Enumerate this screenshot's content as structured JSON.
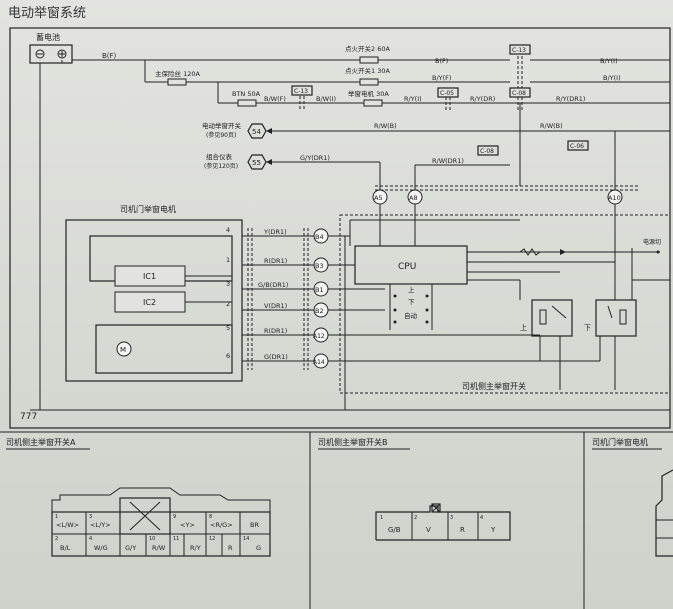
{
  "page": {
    "title": "电动举窗系统"
  },
  "battery": {
    "label": "蓄电池"
  },
  "top_wires": {
    "bf": "B(F)",
    "main_fuse": "主保险丝 120A",
    "ign2_fuse": "点火开关2 60A",
    "ign1_fuse": "点火开关1 30A",
    "btn_fuse": "BTN 50A",
    "window_motor_fuse": "举窗电机 30A",
    "bf_right": "B(F)",
    "byf_mid": "B/Y(F)",
    "bi_right": "B/Y(I)",
    "bwf": "B/W(F)",
    "bwi": "B/W(I)",
    "ryi": "R/Y(I)",
    "rydr": "R/Y(DR)",
    "rydr1": "R/Y(DR1)",
    "byi_far": "B/Y(I)",
    "byi_far2": "B/Y(I)"
  },
  "connectors": {
    "c13a": "C-13",
    "c13b": "C-13",
    "c05": "C-05",
    "c08a": "C-08",
    "c08b": "C-08",
    "c06": "C-06"
  },
  "refs": {
    "ref54_text": "电动举窗开关",
    "ref54_sub": "(参见90页)",
    "ref54": "54",
    "ref55_text": "组合仪表",
    "ref55_sub": "(参见120页)",
    "ref55": "55",
    "rwb1": "R/W(B)",
    "rwb2": "R/W(B)",
    "gydr1": "G/Y(DR1)",
    "rwdr1": "R/W(DR1)"
  },
  "motor_section": {
    "title": "司机门举窗电机",
    "ic1": "IC1",
    "ic2": "IC2",
    "motor": "M",
    "pins": [
      "4",
      "1",
      "3",
      "2",
      "5",
      "6"
    ],
    "wires": [
      "Y(DR1)",
      "R(DR1)",
      "G/B(DR1)",
      "V(DR1)",
      "R(DR1)",
      "G(DR1)"
    ],
    "terms": [
      "B4",
      "B3",
      "B1",
      "B2",
      "A12",
      "A14"
    ]
  },
  "cpu_section": {
    "cpu": "CPU",
    "up": "上",
    "down": "下",
    "auto": "自动",
    "a5": "A5",
    "a8": "A8",
    "a10": "A10",
    "relay_up": "上",
    "relay_down": "下",
    "switch_label": "司机侧主举窗开关",
    "right_label": "电源切"
  },
  "ground": {
    "symbol": "777"
  },
  "panels": {
    "a": {
      "title": "司机侧主举窗开关A",
      "top_row": [
        {
          "n": "1",
          "t": "<L/W>"
        },
        {
          "n": "3",
          "t": "<L/Y>"
        },
        {
          "n": "9",
          "t": "<Y>"
        },
        {
          "n": "8",
          "t": "<R/G>"
        },
        {
          "n": "",
          "t": "BR"
        }
      ],
      "bottom_row": [
        {
          "n": "2",
          "t": "B/L"
        },
        {
          "n": "4",
          "t": "W/G"
        },
        {
          "n": "",
          "t": "G/Y"
        },
        {
          "n": "10",
          "t": "R/W"
        },
        {
          "n": "11",
          "t": "R/Y"
        },
        {
          "n": "12",
          "t": "R"
        },
        {
          "n": "14",
          "t": "G"
        }
      ]
    },
    "b": {
      "title": "司机侧主举窗开关B",
      "cells": [
        {
          "n": "1",
          "t": "G/B"
        },
        {
          "n": "2",
          "t": "V"
        },
        {
          "n": "3",
          "t": "R"
        },
        {
          "n": "4",
          "t": "Y"
        }
      ]
    },
    "c": {
      "title": "司机门举窗电机"
    }
  }
}
